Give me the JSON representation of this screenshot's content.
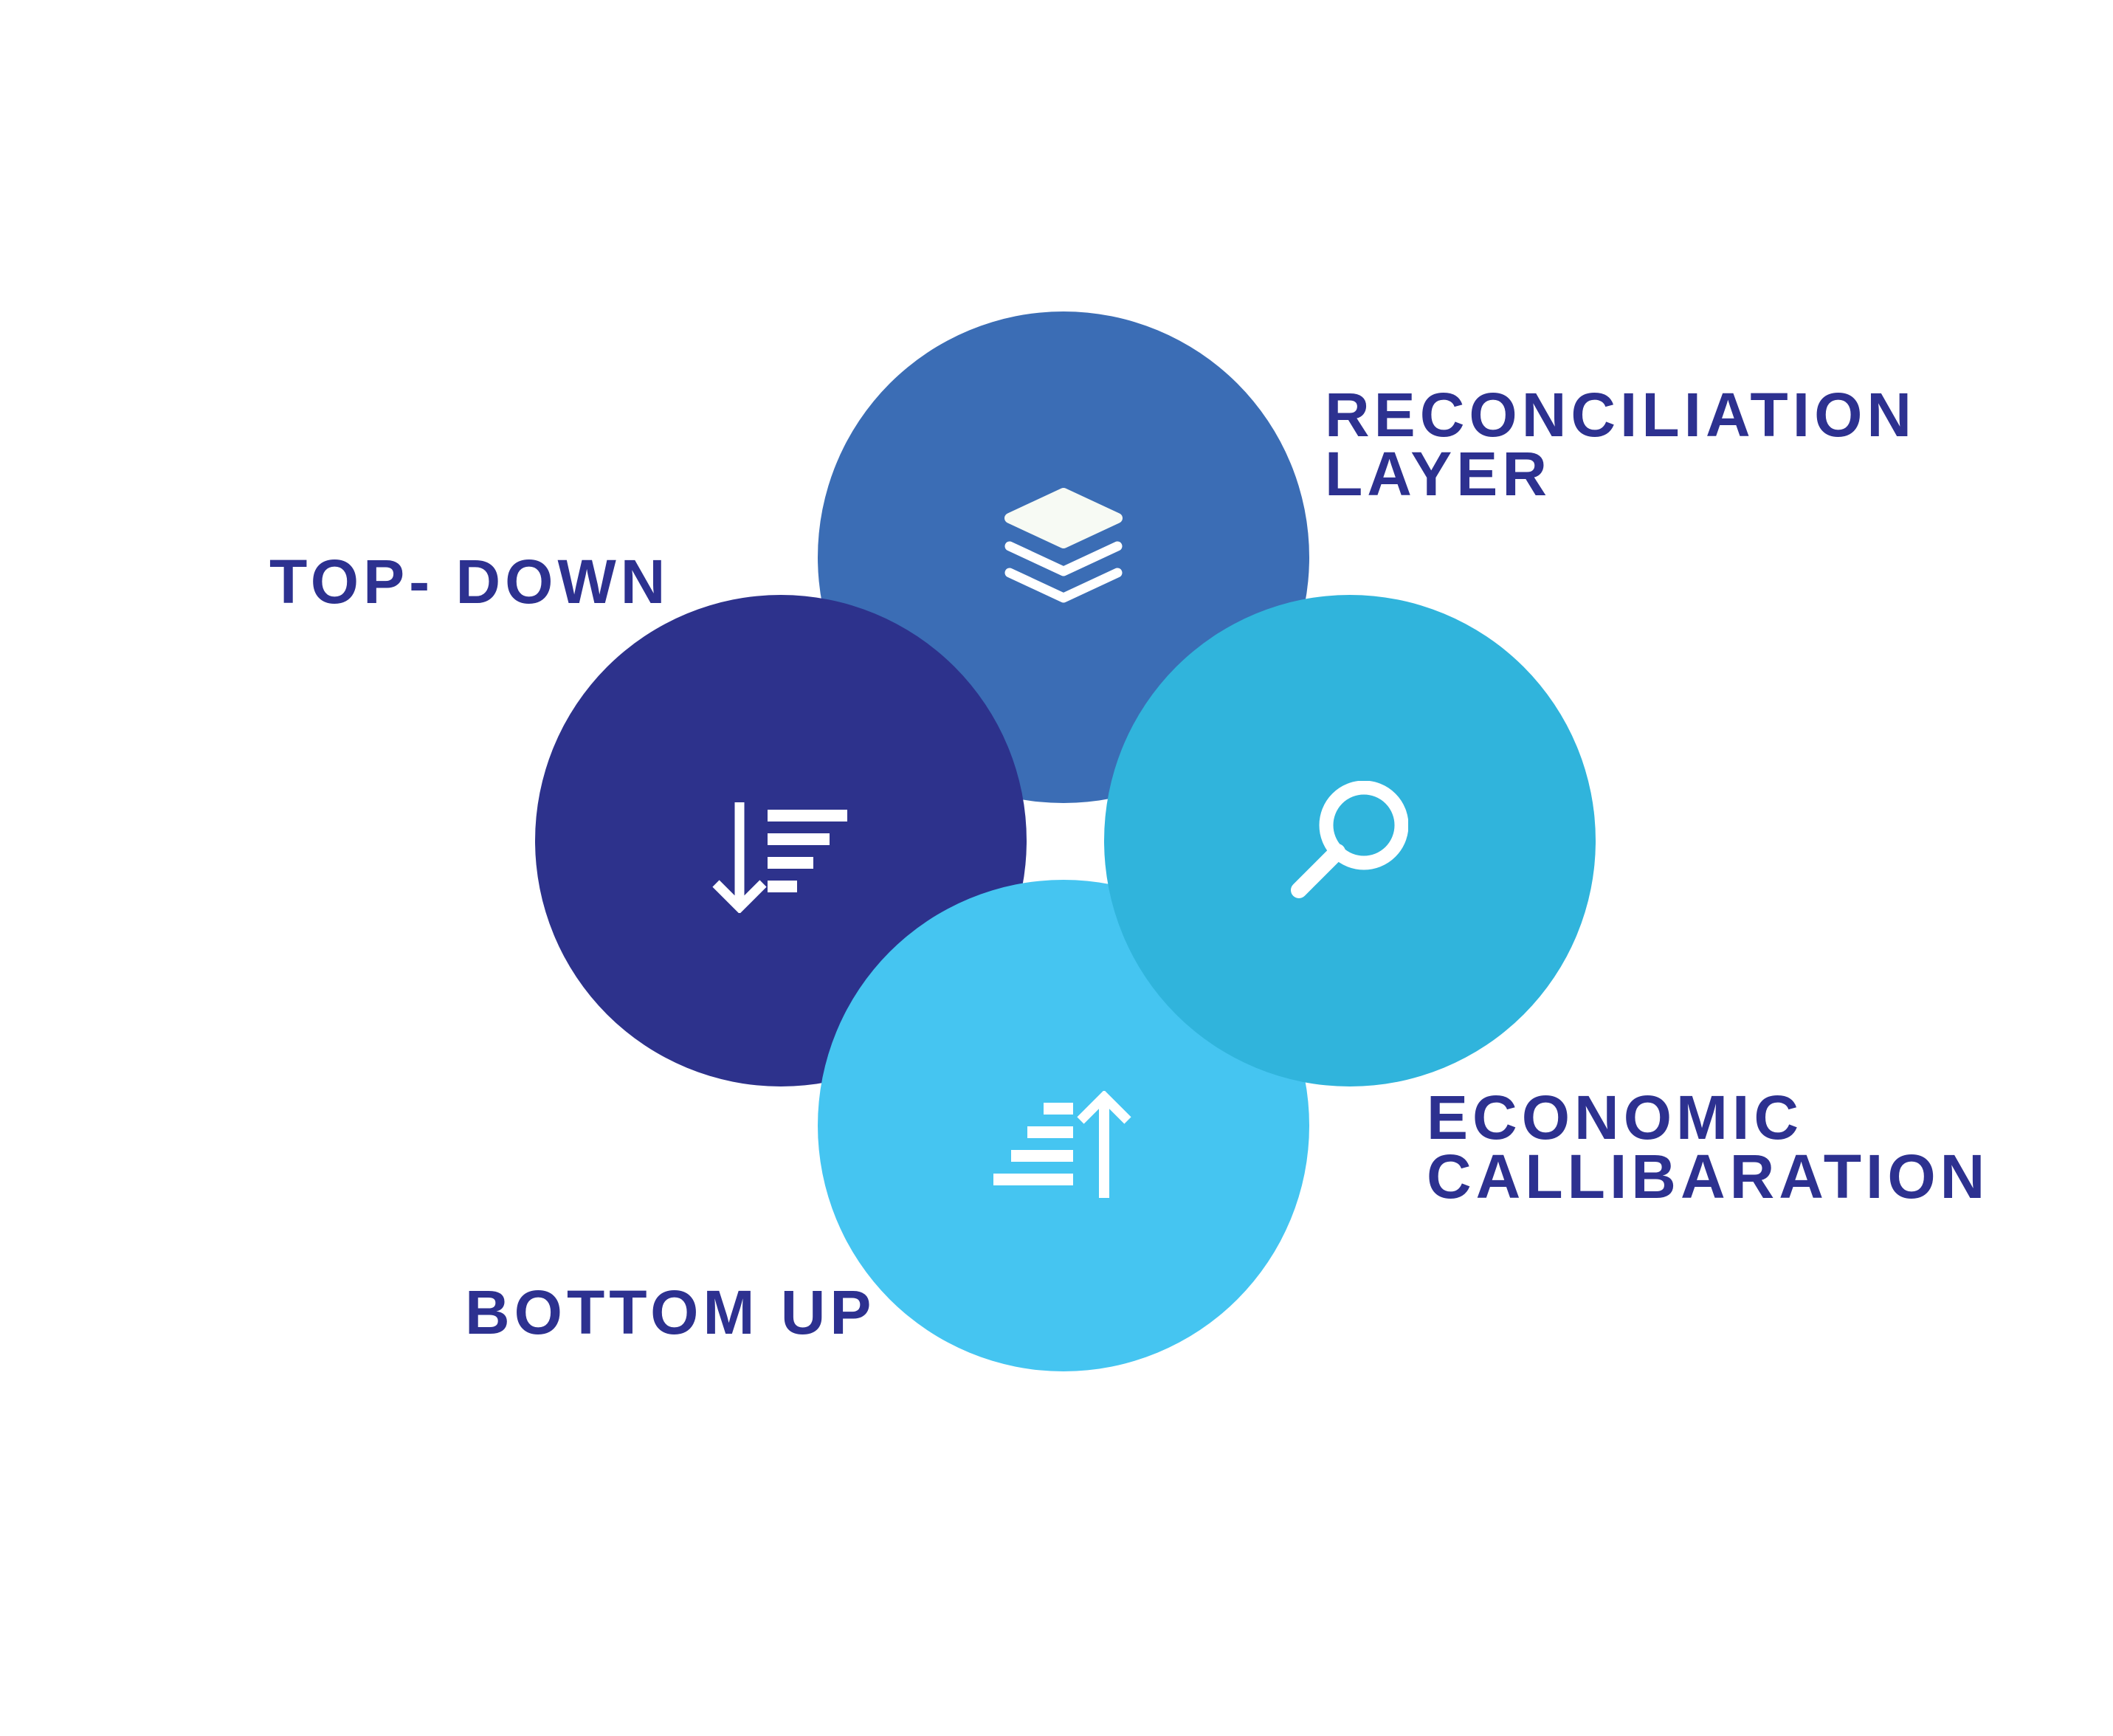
{
  "colors": {
    "reconciliation": "#3b6db5",
    "top_down": "#2d328c",
    "bottom_up": "#45c5f1",
    "economic": "#30b4dc",
    "label_text": "#2d3190",
    "icon": "#ffffff"
  },
  "nodes": {
    "reconciliation": {
      "label_line1": "RECONCILIATION",
      "label_line2": "LAYER",
      "icon": "layers-icon"
    },
    "top_down": {
      "label": "TOP- DOWN",
      "icon": "sort-descending-icon"
    },
    "economic": {
      "label_line1": "ECONOMIC",
      "label_line2": "CALLIBARATION",
      "icon": "search-icon"
    },
    "bottom_up": {
      "label": "BOTTOM UP",
      "icon": "sort-ascending-icon"
    }
  }
}
